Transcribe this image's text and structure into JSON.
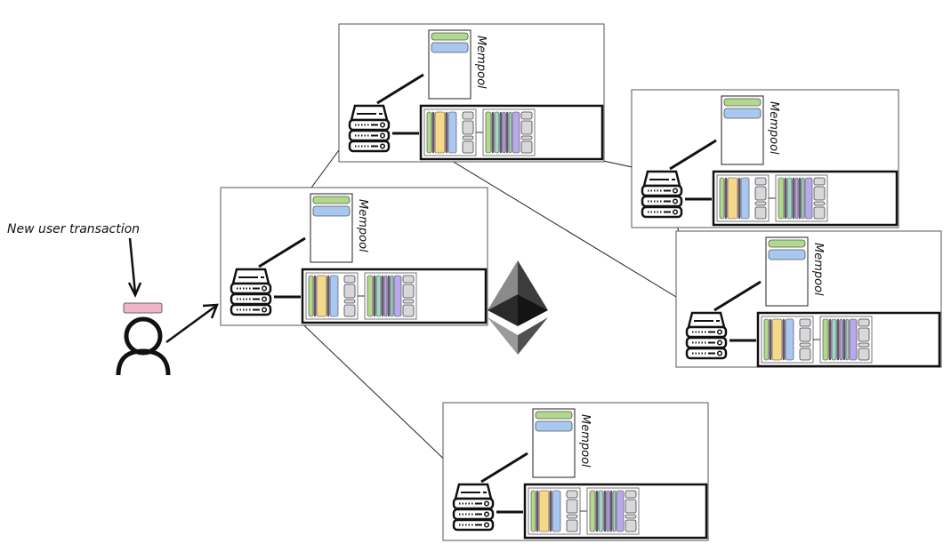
{
  "caption": "New user transaction",
  "mempool_label": "Mempool",
  "colors": {
    "green": "#b2d88c",
    "blue": "#a8c8f0",
    "yellow": "#f5d88a",
    "purple": "#b8a8ec",
    "teal": "#9ed8c4",
    "violet": "#7a5a8a",
    "gray": "#d8d8dc",
    "pink": "#eeb4c8",
    "ink": "#111111"
  },
  "nodes": [
    {
      "id": "node-top"
    },
    {
      "id": "node-left"
    },
    {
      "id": "node-right-upper"
    },
    {
      "id": "node-right-lower"
    },
    {
      "id": "node-bottom"
    }
  ],
  "connections": [
    {
      "from": "node-top",
      "to": "node-left"
    },
    {
      "from": "node-top",
      "to": "node-right-upper"
    },
    {
      "from": "node-top",
      "to": "node-right-lower"
    },
    {
      "from": "node-right-upper",
      "to": "node-right-lower"
    },
    {
      "from": "node-left",
      "to": "node-bottom"
    }
  ],
  "logo": "ethereum-logo"
}
